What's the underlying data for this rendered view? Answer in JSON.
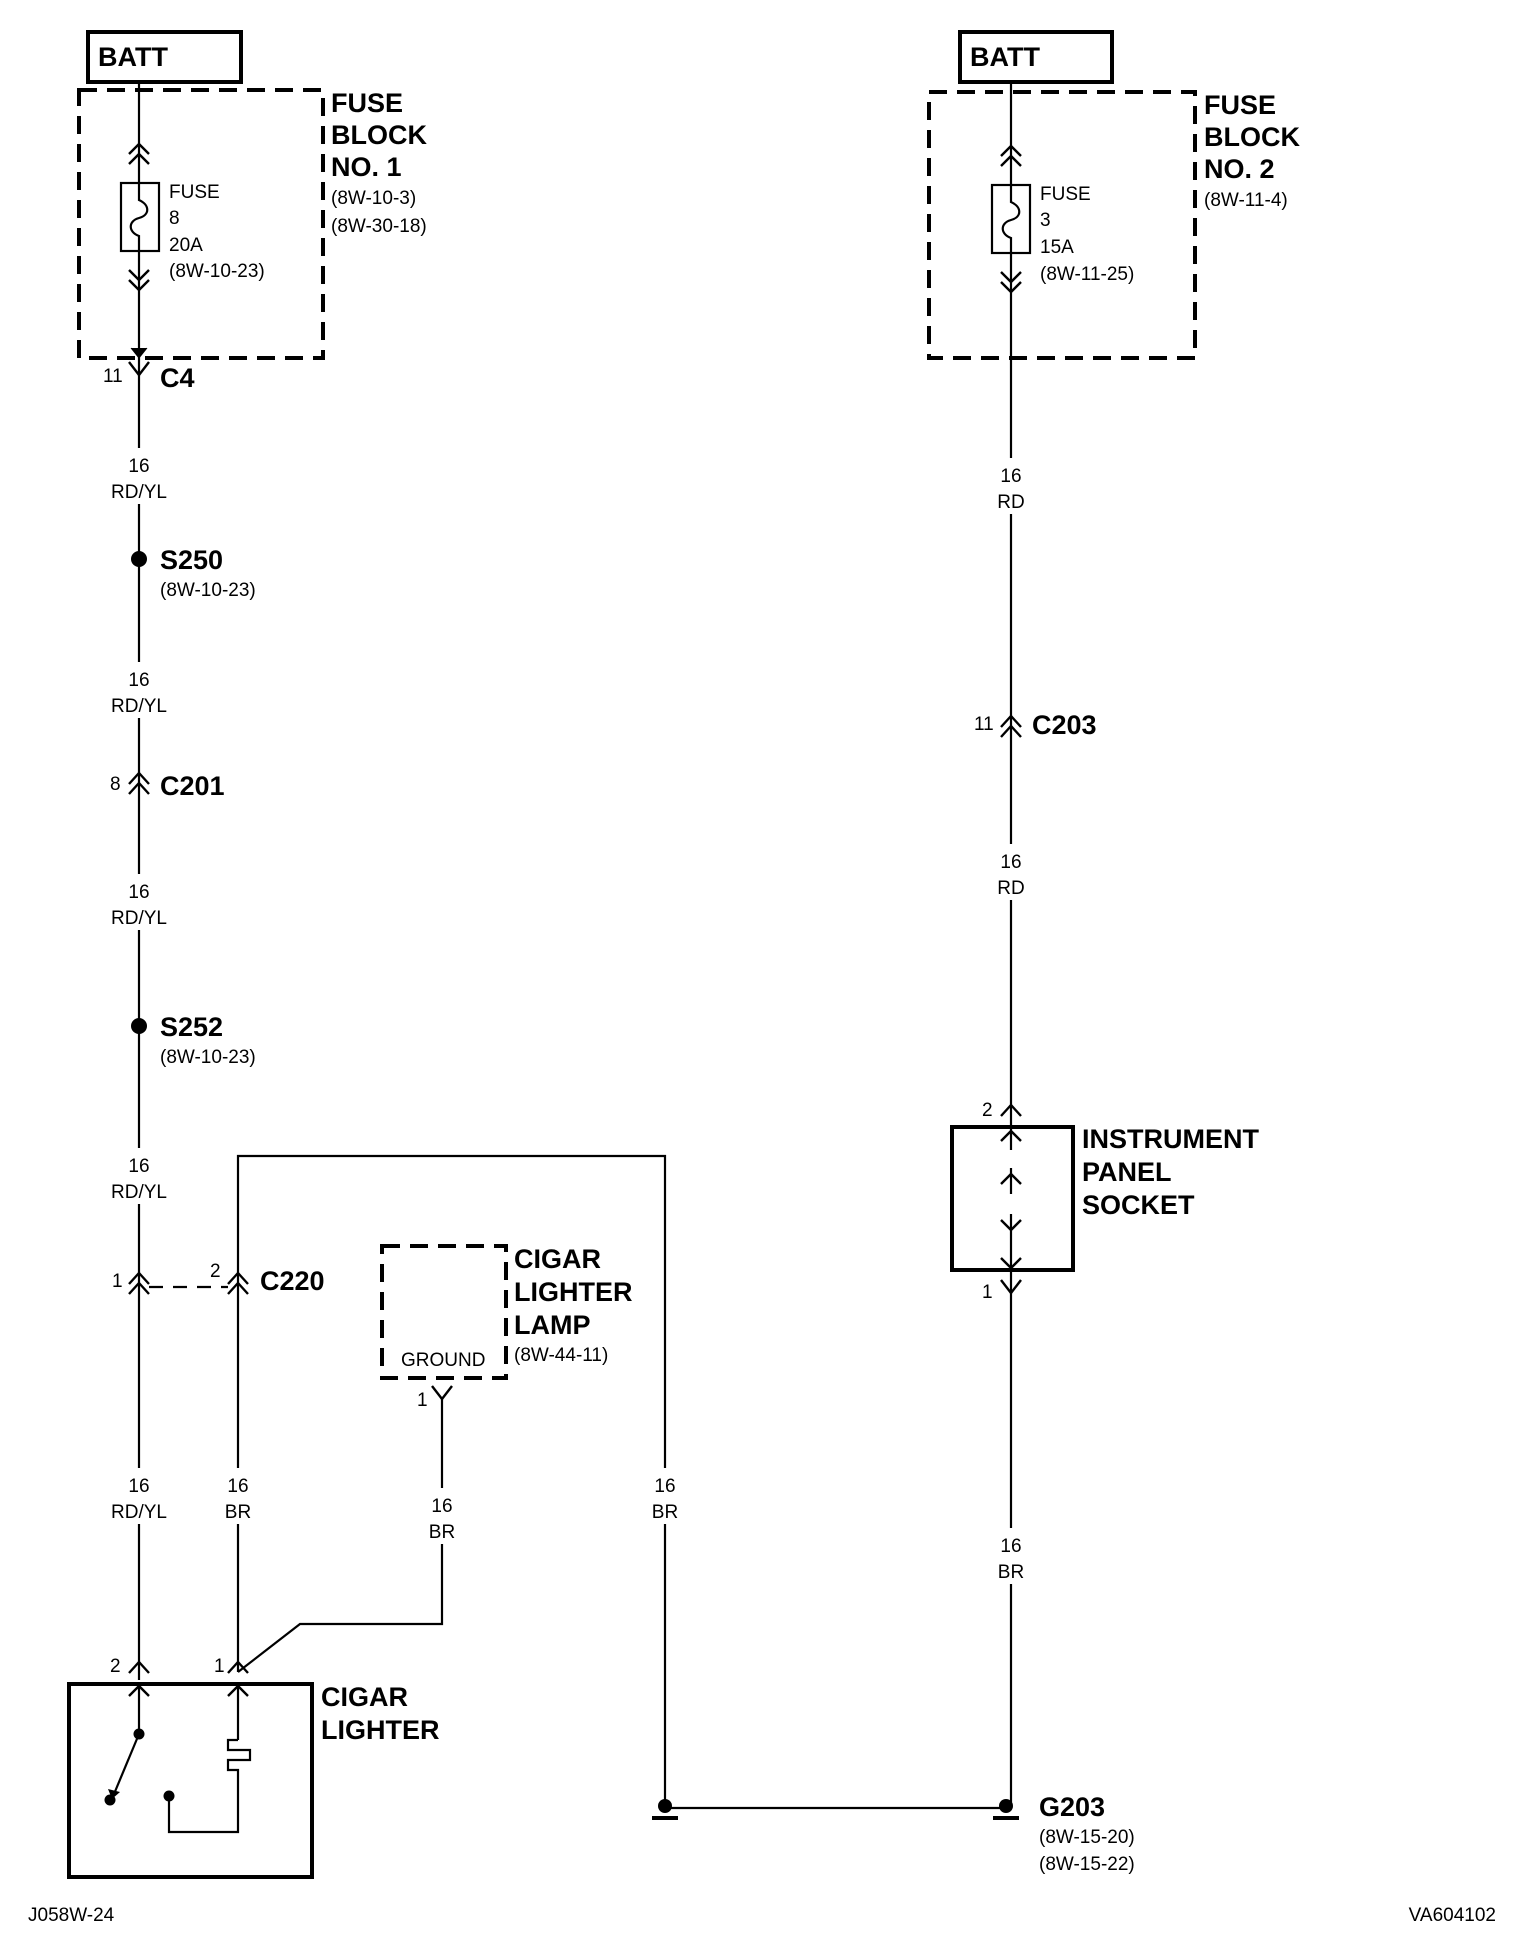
{
  "left_batt": "BATT",
  "right_batt": "BATT",
  "fuse_block_1": {
    "title": [
      "FUSE",
      "BLOCK",
      "NO. 1"
    ],
    "refs": [
      "(8W-10-3)",
      "(8W-30-18)"
    ]
  },
  "fuse_block_2": {
    "title": [
      "FUSE",
      "BLOCK",
      "NO. 2"
    ],
    "refs": [
      "(8W-11-4)"
    ]
  },
  "fuse_8": [
    "FUSE",
    "8",
    "20A",
    "(8W-10-23)"
  ],
  "fuse_3": [
    "FUSE",
    "3",
    "15A",
    "(8W-11-25)"
  ],
  "connectors": {
    "c4": {
      "name": "C4",
      "pin": "11"
    },
    "c201": {
      "name": "C201",
      "pin": "8"
    },
    "c220": {
      "name": "C220",
      "pin_left": "1",
      "pin_right": "2"
    },
    "c203": {
      "name": "C203",
      "pin": "11"
    }
  },
  "splices": {
    "s250": {
      "name": "S250",
      "ref": "(8W-10-23)"
    },
    "s252": {
      "name": "S252",
      "ref": "(8W-10-23)"
    }
  },
  "wires": {
    "w1": [
      "16",
      "RD/YL"
    ],
    "w2": [
      "16",
      "RD/YL"
    ],
    "w3": [
      "16",
      "RD/YL"
    ],
    "w4": [
      "16",
      "RD/YL"
    ],
    "w5": [
      "16",
      "RD/YL"
    ],
    "w6": [
      "16",
      "BR"
    ],
    "w7": [
      "16",
      "BR"
    ],
    "w8": [
      "16",
      "BR"
    ],
    "w9": [
      "16",
      "RD"
    ],
    "w10": [
      "16",
      "RD"
    ],
    "w11": [
      "16",
      "BR"
    ]
  },
  "cigar_lighter_lamp": {
    "title": [
      "CIGAR",
      "LIGHTER",
      "LAMP"
    ],
    "ref": "(8W-44-11)",
    "ground": "GROUND",
    "pin": "1"
  },
  "cigar_lighter": {
    "title": [
      "CIGAR",
      "LIGHTER"
    ],
    "pin_left": "2",
    "pin_right": "1"
  },
  "instrument_panel_socket": {
    "title": [
      "INSTRUMENT",
      "PANEL",
      "SOCKET"
    ],
    "pin_top": "2",
    "pin_bottom": "1"
  },
  "g203": {
    "name": "G203",
    "refs": [
      "(8W-15-20)",
      "(8W-15-22)"
    ]
  },
  "footer": {
    "left": "J058W-24",
    "right": "VA604102"
  }
}
